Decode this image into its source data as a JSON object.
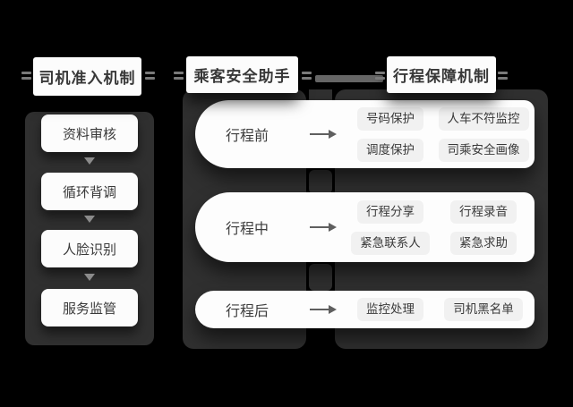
{
  "colors": {
    "background": "#000000",
    "panel": "#303030",
    "card": "#fcfcfc",
    "chip": "#f1f1f1",
    "text": "#3a3a3a",
    "decoration_gray": "#7a7a7a"
  },
  "left_column": {
    "header": "司机准入机制",
    "steps": [
      "资料审核",
      "循环背调",
      "人脸识别",
      "服务监管"
    ]
  },
  "center_column": {
    "header": "乘客安全助手"
  },
  "right_column": {
    "header": "行程保障机制"
  },
  "rows": [
    {
      "label": "行程前",
      "items": [
        "号码保护",
        "人车不符监控",
        "调度保护",
        "司乘安全画像"
      ]
    },
    {
      "label": "行程中",
      "items": [
        "行程分享",
        "行程录音",
        "紧急联系人",
        "紧急求助"
      ]
    },
    {
      "label": "行程后",
      "items": [
        "监控处理",
        "司机黑名单"
      ]
    }
  ],
  "icons": {
    "step_connector": "down-arrow",
    "flow": "right-arrow",
    "header_decoration": "double-dash"
  }
}
